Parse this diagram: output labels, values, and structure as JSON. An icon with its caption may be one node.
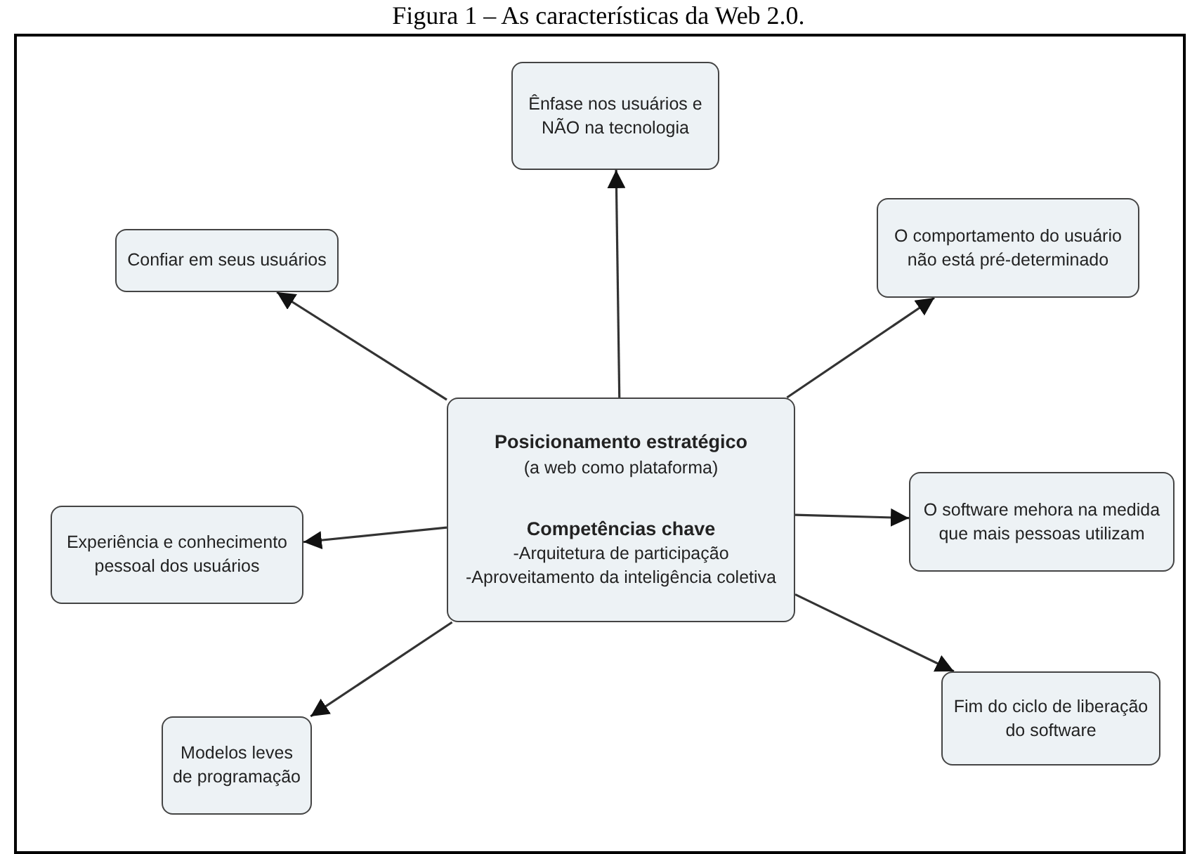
{
  "diagram": {
    "title": "Figura 1 – As características da Web 2.0.",
    "nodes": [
      {
        "text": [
          "Posicionamento estratégico",
          "(a web como plataforma)",
          "Competências chave",
          "-Arquitetura de participação",
          "-Aproveitamento da inteligência coletiva"
        ]
      },
      {
        "text": [
          "Ênfase nos usuários e NÃO na tecnologia"
        ]
      },
      {
        "text": [
          "Confiar em seus usuários"
        ]
      },
      {
        "text": [
          "O comportamento do usuário não está pré-determinado"
        ]
      },
      {
        "text": [
          "Experiência e conhecimento pessoal dos usuários"
        ]
      },
      {
        "text": [
          "O software mehora na medida que mais pessoas utilizam"
        ]
      },
      {
        "text": [
          "Modelos leves de programação"
        ]
      },
      {
        "text": [
          "Fim do ciclo de liberação do software"
        ]
      }
    ],
    "edges": [
      {
        "from": 0,
        "to": 1,
        "arrow": "to"
      },
      {
        "from": 0,
        "to": 2,
        "arrow": "to"
      },
      {
        "from": 0,
        "to": 3,
        "arrow": "to"
      },
      {
        "from": 0,
        "to": 4,
        "arrow": "to"
      },
      {
        "from": 0,
        "to": 5,
        "arrow": "to"
      },
      {
        "from": 0,
        "to": 6,
        "arrow": "to"
      },
      {
        "from": 0,
        "to": 7,
        "arrow": "to"
      }
    ]
  }
}
